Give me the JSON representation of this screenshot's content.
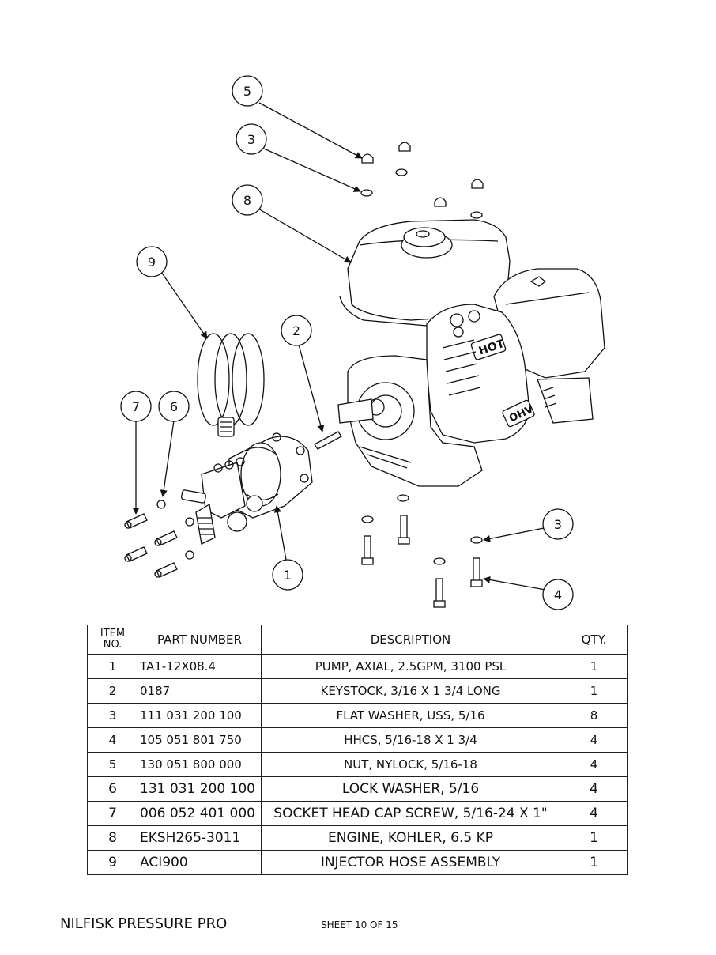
{
  "callouts": [
    {
      "num": "5"
    },
    {
      "num": "3"
    },
    {
      "num": "8"
    },
    {
      "num": "9"
    },
    {
      "num": "2"
    },
    {
      "num": "7"
    },
    {
      "num": "6"
    },
    {
      "num": "1"
    },
    {
      "num": "3"
    },
    {
      "num": "4"
    }
  ],
  "engine_labels": {
    "hot": "HOT",
    "ohv": "OHV"
  },
  "table": {
    "headers": {
      "item_line1": "ITEM",
      "item_line2": "NO.",
      "part": "PART NUMBER",
      "desc": "DESCRIPTION",
      "qty": "QTY."
    },
    "rows": [
      {
        "item": "1",
        "part": "TA1-12X08.4",
        "desc": "PUMP, AXIAL, 2.5GPM, 3100 PSL",
        "qty": "1"
      },
      {
        "item": "2",
        "part": "0187",
        "desc": "KEYSTOCK, 3/16 X 1 3/4 LONG",
        "qty": "1"
      },
      {
        "item": "3",
        "part": "111 031 200 100",
        "desc": "FLAT WASHER, USS, 5/16",
        "qty": "8"
      },
      {
        "item": "4",
        "part": "105 051 801 750",
        "desc": "HHCS, 5/16-18 X 1 3/4",
        "qty": "4"
      },
      {
        "item": "5",
        "part": "130 051 800 000",
        "desc": "NUT, NYLOCK, 5/16-18",
        "qty": "4"
      },
      {
        "item": "6",
        "part": "131 031 200 100",
        "desc": "LOCK WASHER, 5/16",
        "qty": "4"
      },
      {
        "item": "7",
        "part": "006 052 401 000",
        "desc": "SOCKET HEAD CAP SCREW, 5/16-24 X 1\"",
        "qty": "4"
      },
      {
        "item": "8",
        "part": "EKSH265-3011",
        "desc": "ENGINE, KOHLER, 6.5 KP",
        "qty": "1"
      },
      {
        "item": "9",
        "part": "ACI900",
        "desc": "INJECTOR HOSE ASSEMBLY",
        "qty": "1"
      }
    ]
  },
  "footer": {
    "title": "NILFISK PRESSURE PRO",
    "sheet": "SHEET 10 OF 15"
  }
}
